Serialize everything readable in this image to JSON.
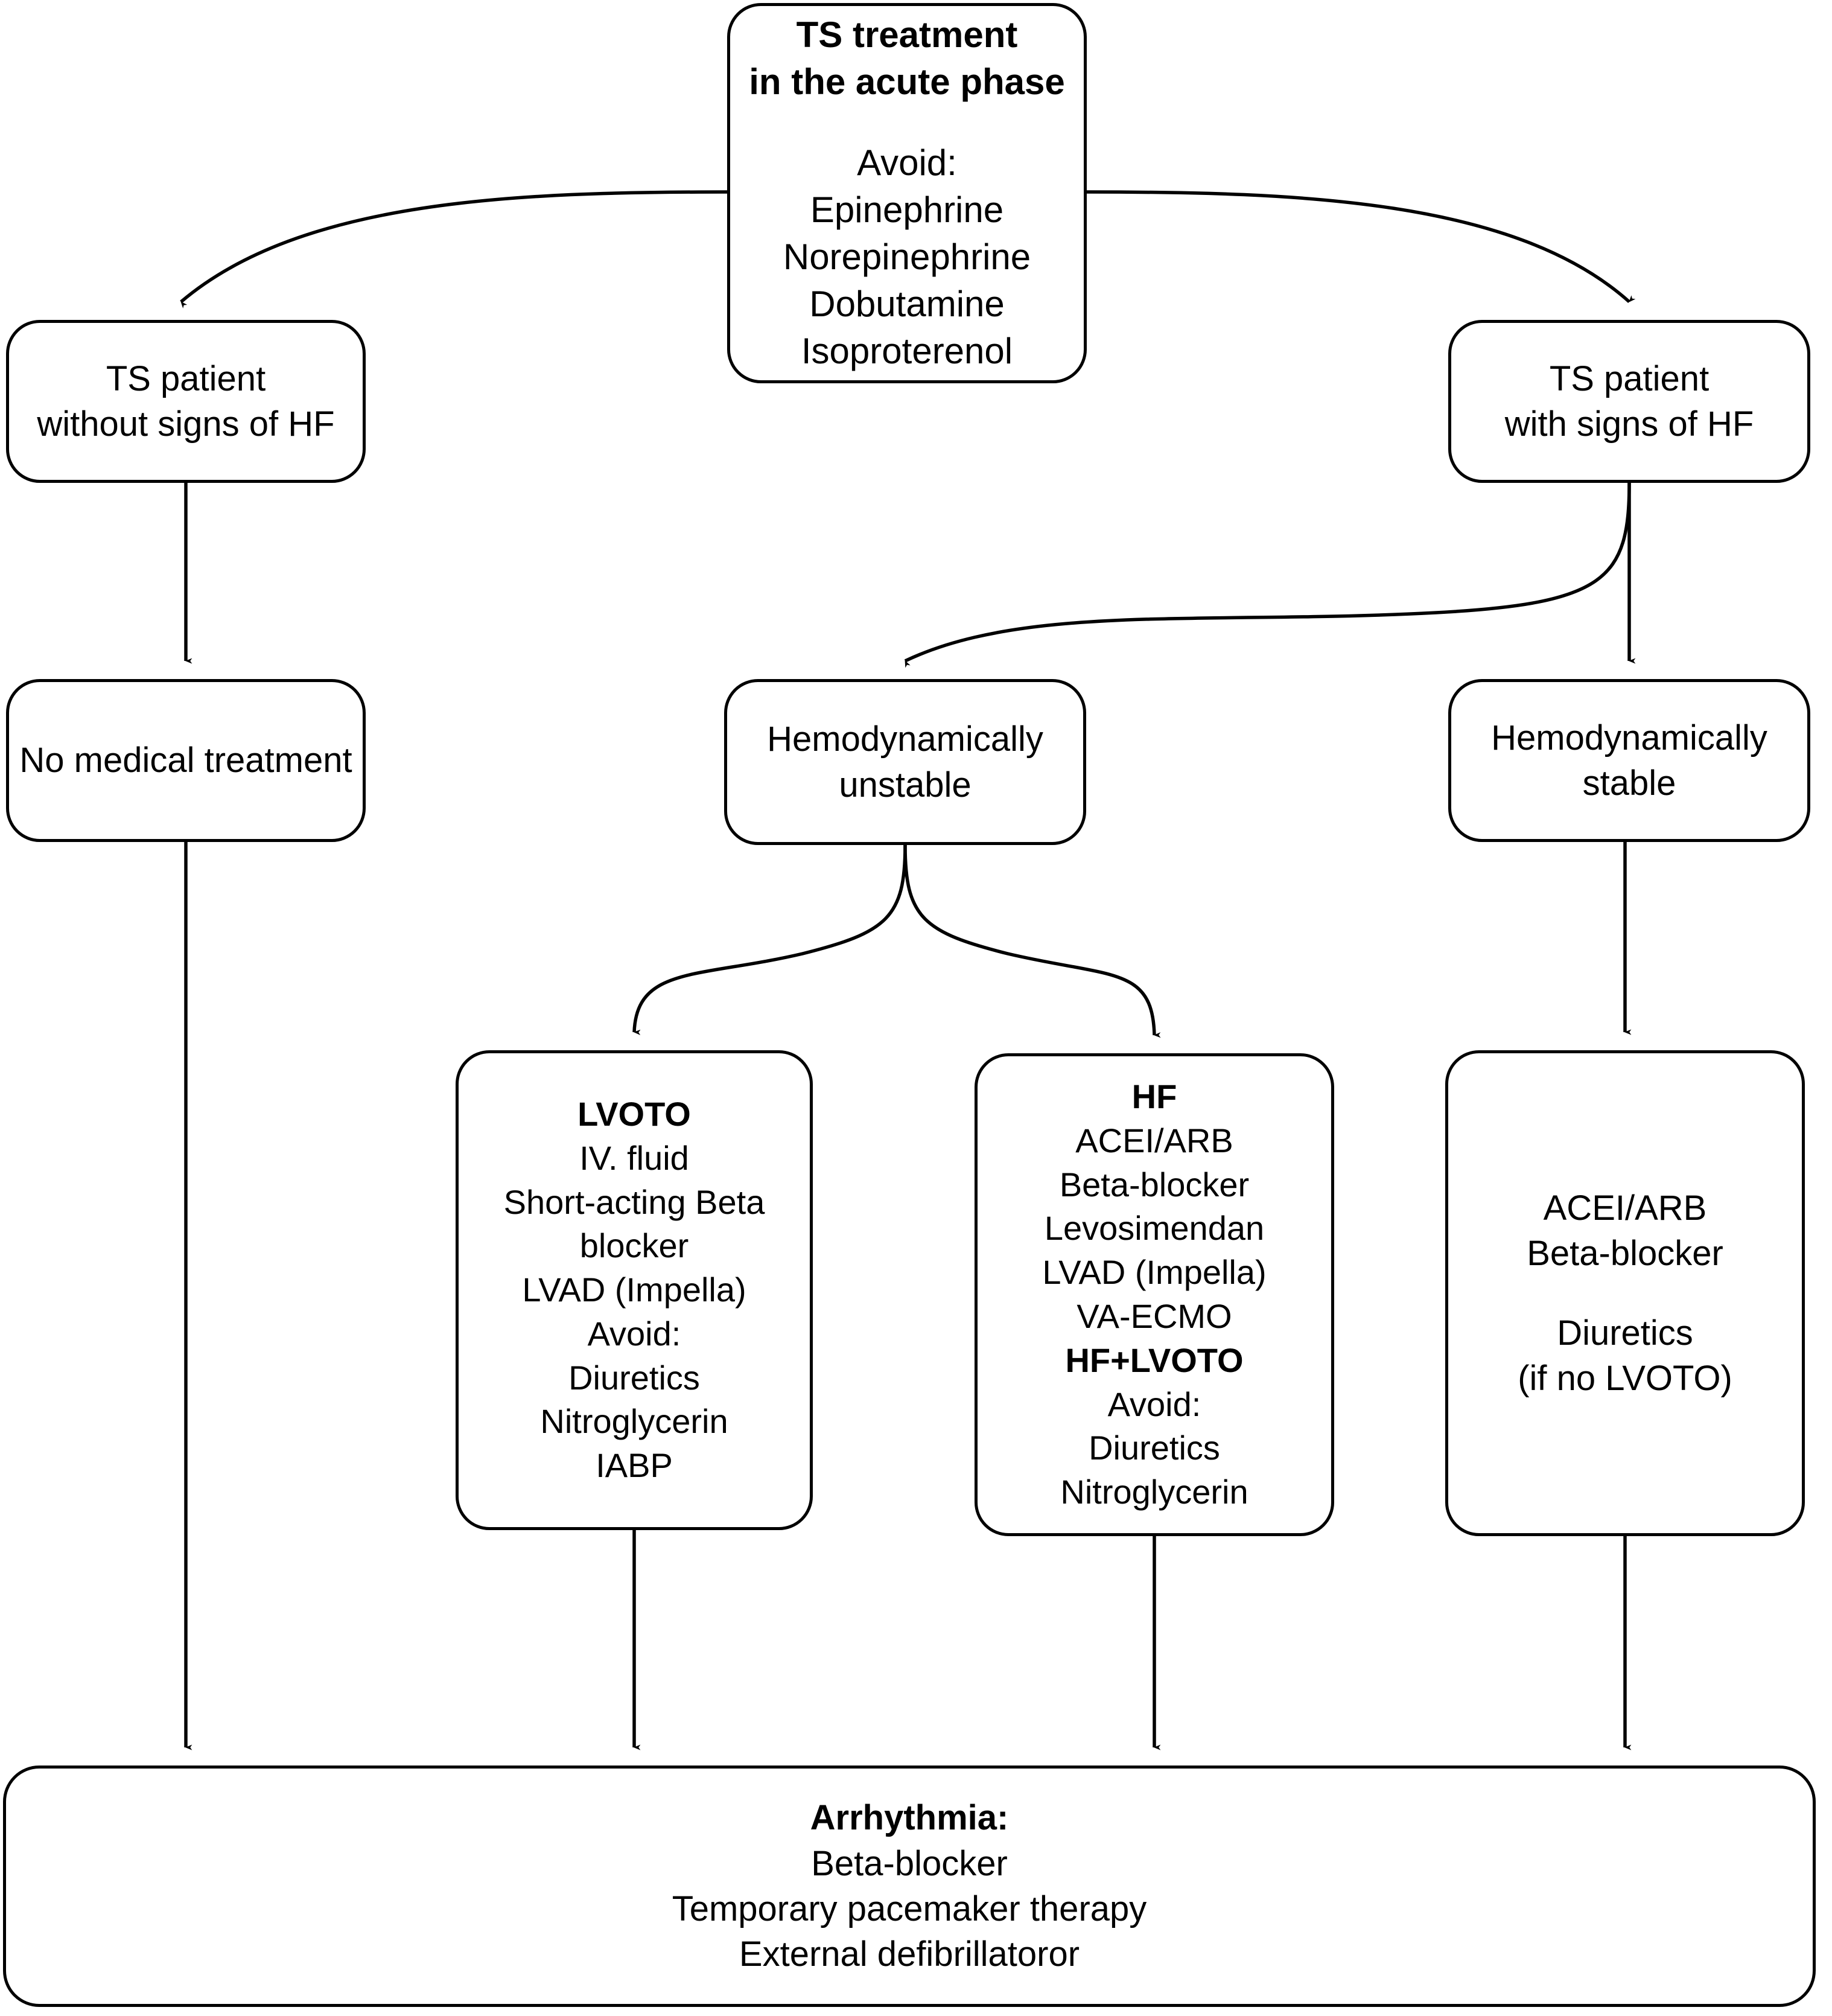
{
  "diagram": {
    "type": "flowchart",
    "title_node": "ts-treatment-acute-phase",
    "line_color": "#000000",
    "background": "#ffffff",
    "nodes": {
      "root": {
        "heading_line1": "TS treatment",
        "heading_line2": "in the acute phase",
        "avoid_label": "Avoid:",
        "avoid_items": [
          "Epinephrine",
          "Norepinephrine",
          "Dobutamine",
          "Isoproterenol"
        ]
      },
      "patient_without_hf": {
        "line1": "TS patient",
        "line2": "without signs of HF"
      },
      "patient_with_hf": {
        "line1": "TS patient",
        "line2": "with signs of HF"
      },
      "no_medical_treatment": {
        "line1": "No medical treatment"
      },
      "hemodynamically_unstable": {
        "line1": "Hemodynamically",
        "line2": "unstable"
      },
      "hemodynamically_stable": {
        "line1": "Hemodynamically",
        "line2": "stable"
      },
      "lvoto": {
        "heading": "LVOTO",
        "items": [
          "IV. fluid",
          "Short-acting Beta",
          "blocker",
          "LVAD (Impella)"
        ],
        "avoid_label": "Avoid:",
        "avoid_items": [
          "Diuretics",
          "Nitroglycerin",
          "IABP"
        ]
      },
      "hf": {
        "heading": "HF",
        "items": [
          "ACEI/ARB",
          "Beta-blocker",
          "Levosimendan",
          "LVAD (Impella)",
          "VA-ECMO"
        ],
        "heading2": "HF+LVOTO",
        "avoid_label": "Avoid:",
        "avoid_items": [
          "Diuretics",
          "Nitroglycerin"
        ]
      },
      "stable_treatment": {
        "items": [
          "ACEI/ARB",
          "Beta-blocker"
        ],
        "items2_line1": "Diuretics",
        "items2_line2": "(if no LVOTO)"
      },
      "arrhythmia": {
        "heading": "Arrhythmia:",
        "items": [
          "Beta-blocker",
          "Temporary pacemaker therapy",
          "External defibrillatoror"
        ]
      }
    },
    "edges": [
      {
        "from": "root",
        "to": "patient_without_hf",
        "style": "curved-arrow"
      },
      {
        "from": "root",
        "to": "patient_with_hf",
        "style": "curved-arrow"
      },
      {
        "from": "patient_without_hf",
        "to": "no_medical_treatment",
        "style": "straight-arrow"
      },
      {
        "from": "patient_with_hf",
        "to": "hemodynamically_unstable",
        "style": "curved-arrow"
      },
      {
        "from": "patient_with_hf",
        "to": "hemodynamically_stable",
        "style": "straight-arrow"
      },
      {
        "from": "hemodynamically_unstable",
        "to": "lvoto",
        "style": "curved-arrow"
      },
      {
        "from": "hemodynamically_unstable",
        "to": "hf",
        "style": "curved-arrow"
      },
      {
        "from": "hemodynamically_stable",
        "to": "stable_treatment",
        "style": "straight-arrow"
      },
      {
        "from": "no_medical_treatment",
        "to": "arrhythmia",
        "style": "straight-arrow"
      },
      {
        "from": "lvoto",
        "to": "arrhythmia",
        "style": "straight-arrow"
      },
      {
        "from": "hf",
        "to": "arrhythmia",
        "style": "straight-arrow"
      },
      {
        "from": "stable_treatment",
        "to": "arrhythmia",
        "style": "straight-arrow"
      }
    ]
  }
}
